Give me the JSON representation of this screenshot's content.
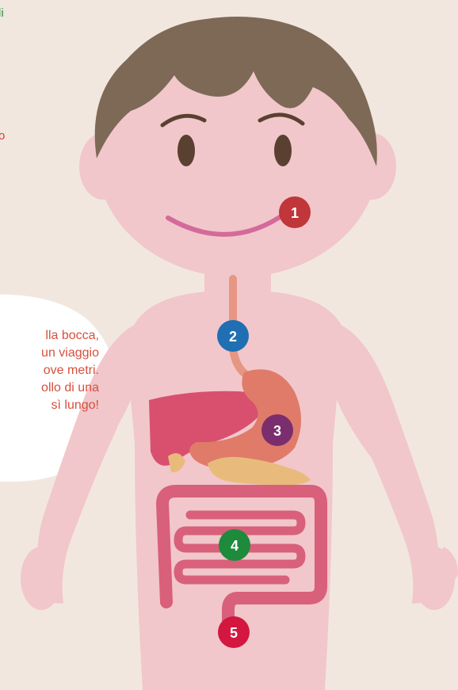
{
  "top_text": {
    "green_fragment": "li",
    "red_fragment": "o"
  },
  "speech_bubble": {
    "lines": [
      "lla bocca,",
      "un viaggio",
      "ove metri.",
      "ollo di una",
      "sì lungo!"
    ]
  },
  "markers": [
    {
      "label": "1",
      "organ": "mouth",
      "color": "#c0363a"
    },
    {
      "label": "2",
      "organ": "esophagus",
      "color": "#1f6fb2"
    },
    {
      "label": "3",
      "organ": "stomach",
      "color": "#7b2e6e"
    },
    {
      "label": "4",
      "organ": "small-intestine",
      "color": "#1e8a3c"
    },
    {
      "label": "5",
      "organ": "large-intestine",
      "color": "#d3173f"
    }
  ],
  "colors": {
    "background": "#f2e7de",
    "skin": "#f1c7cb",
    "hair": "#7d6956",
    "eyes": "#5a4030",
    "mouth": "#d46a9a",
    "liver": "#d9506f",
    "stomach": "#e07b6a",
    "pancreas": "#e8bb7c",
    "intestine": "#d8607a",
    "bubble": "#ffffff",
    "bubble_text": "#d6503d"
  }
}
